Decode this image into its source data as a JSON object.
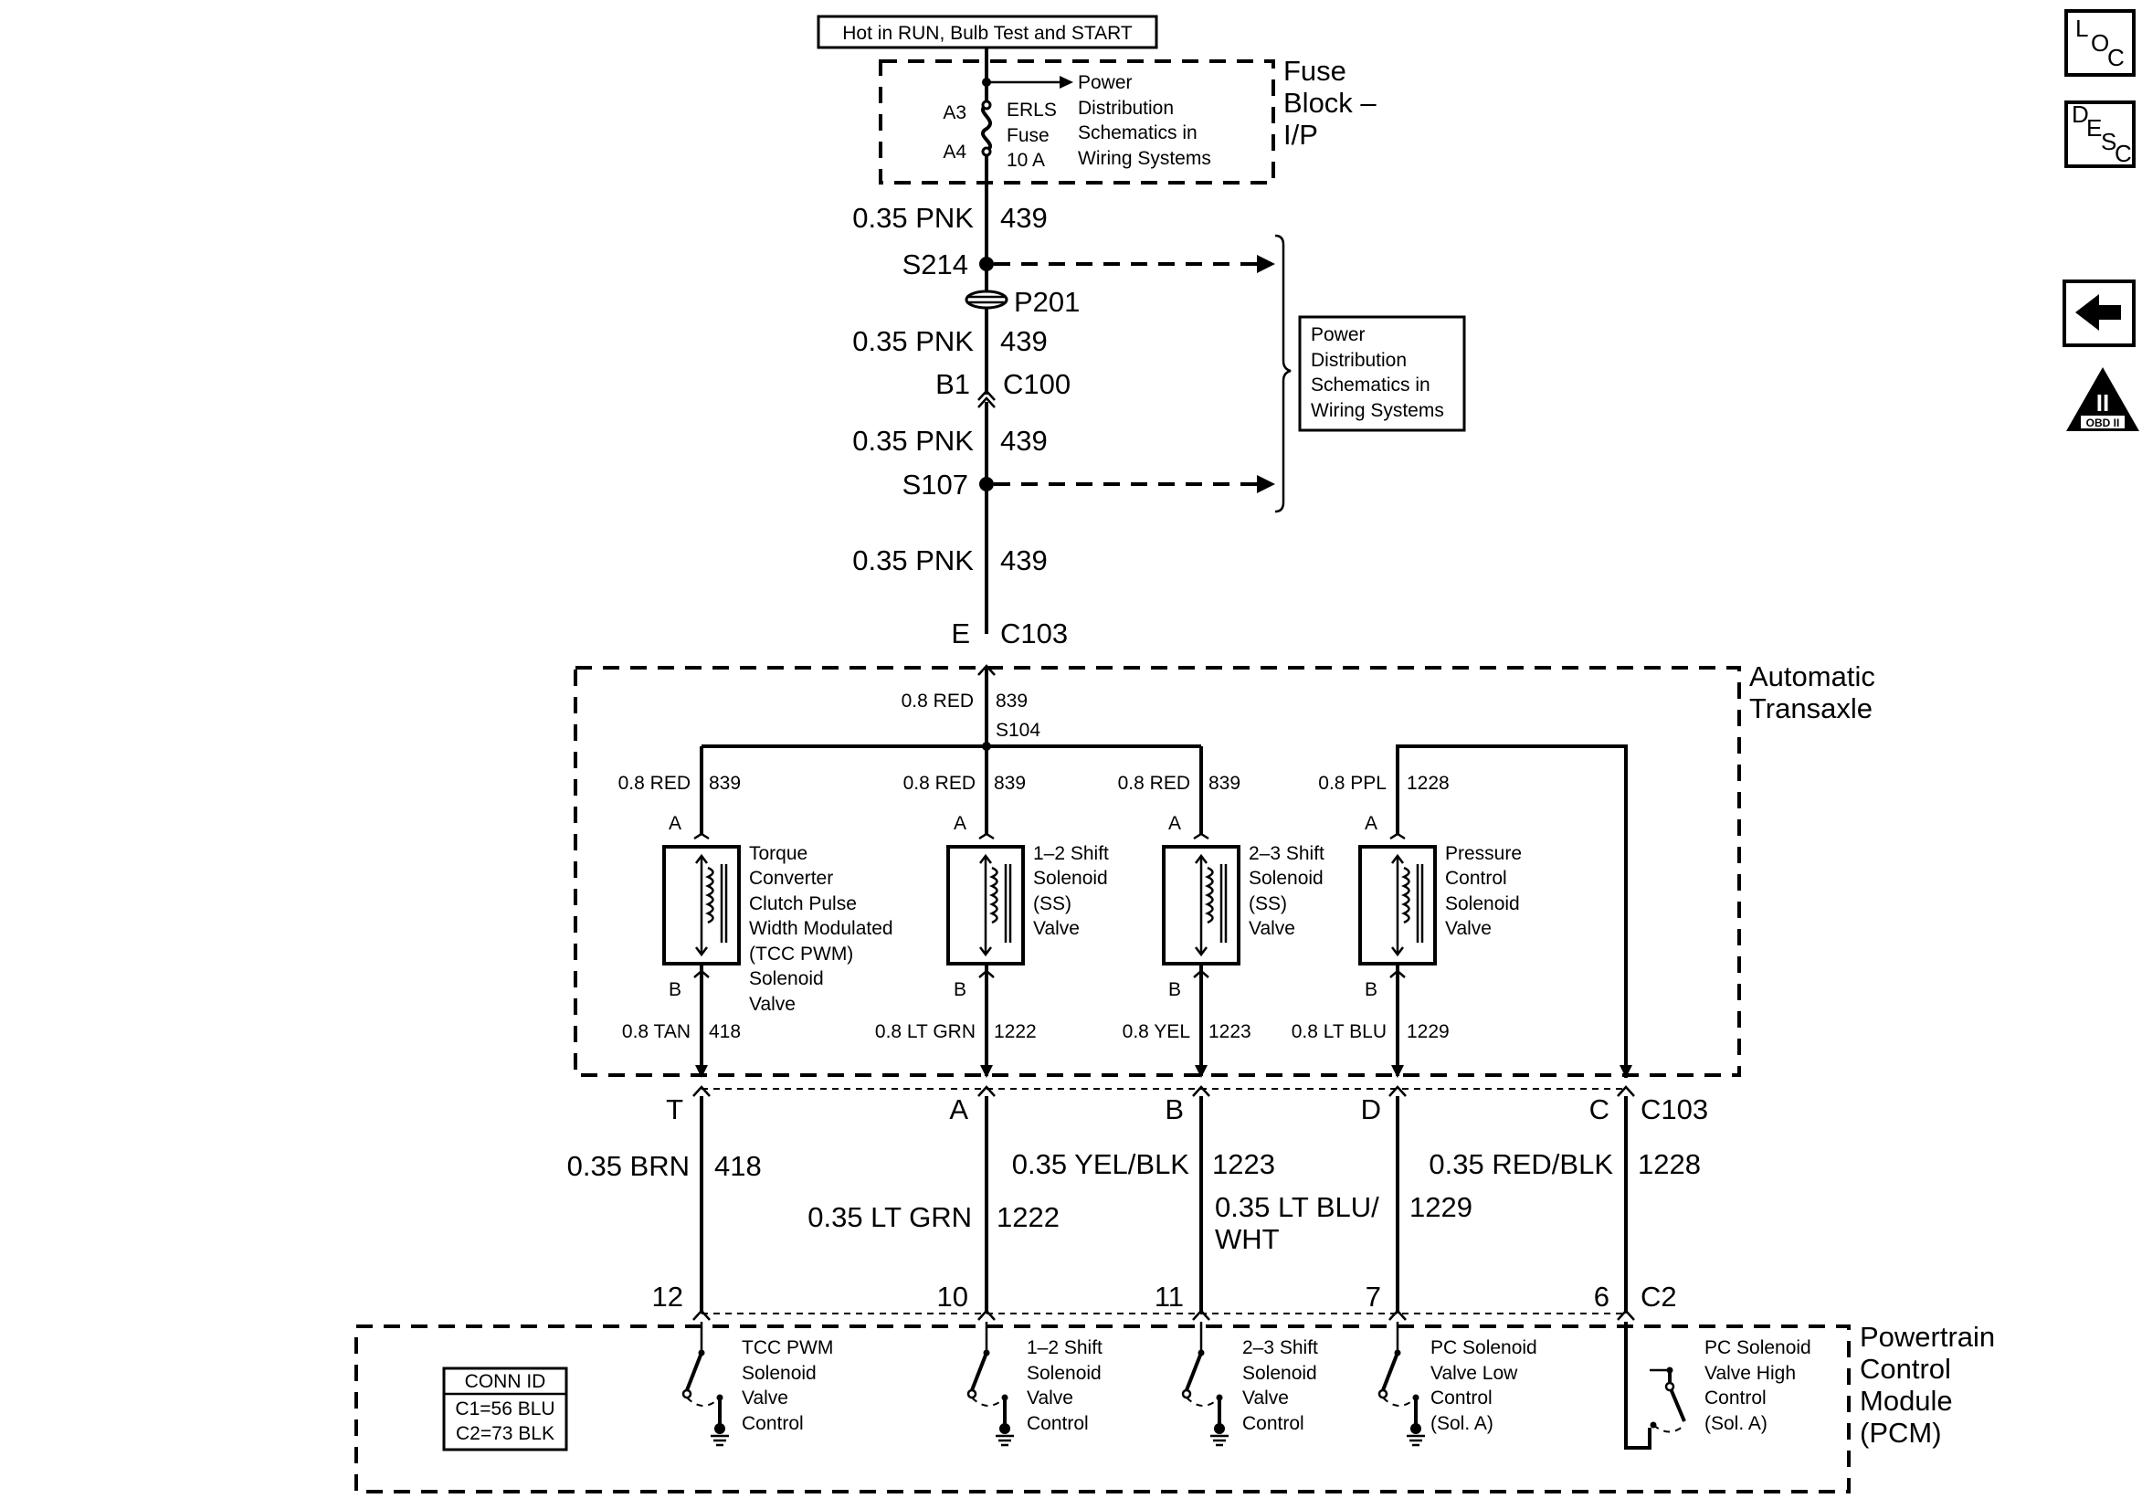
{
  "header": {
    "power_label": "Hot in RUN, Bulb Test and START"
  },
  "fuse_block": {
    "title_lines": [
      "Fuse",
      "Block –",
      "I/P"
    ],
    "terminal_top": "A3",
    "terminal_bottom": "A4",
    "fuse_lines": [
      "ERLS",
      "Fuse",
      "10 A"
    ],
    "ref_lines": [
      "Power",
      "Distribution",
      "Schematics in",
      "Wiring Systems"
    ]
  },
  "upper_harness": {
    "wire_1": {
      "gauge_color": "0.35 PNK",
      "circuit": "439"
    },
    "splice_1": "S214",
    "pass_through": "P201",
    "wire_2": {
      "gauge_color": "0.35 PNK",
      "circuit": "439"
    },
    "connector_1": {
      "pin": "B1",
      "name": "C100"
    },
    "wire_3": {
      "gauge_color": "0.35 PNK",
      "circuit": "439"
    },
    "splice_2": "S107",
    "wire_4": {
      "gauge_color": "0.35 PNK",
      "circuit": "439"
    },
    "connector_2": {
      "pin": "E",
      "name": "C103"
    },
    "ref_box_lines": [
      "Power",
      "Distribution",
      "Schematics in",
      "Wiring Systems"
    ]
  },
  "transaxle": {
    "title_lines": [
      "Automatic",
      "Transaxle"
    ],
    "feed": {
      "gauge_color": "0.8 RED",
      "circuit": "839",
      "splice": "S104"
    },
    "solenoids": [
      {
        "in_gauge": "0.8 RED",
        "in_circuit": "839",
        "pin_a": "A",
        "pin_b": "B",
        "name_lines": [
          "Torque",
          "Converter",
          "Clutch Pulse",
          "Width Modulated",
          "(TCC PWM)",
          "Solenoid",
          "Valve"
        ],
        "out_gauge": "0.8 TAN",
        "out_circuit": "418"
      },
      {
        "in_gauge": "0.8 RED",
        "in_circuit": "839",
        "pin_a": "A",
        "pin_b": "B",
        "name_lines": [
          "1–2 Shift",
          "Solenoid",
          "(SS)",
          "Valve"
        ],
        "out_gauge": "0.8 LT GRN",
        "out_circuit": "1222"
      },
      {
        "in_gauge": "0.8 RED",
        "in_circuit": "839",
        "pin_a": "A",
        "pin_b": "B",
        "name_lines": [
          "2–3 Shift",
          "Solenoid",
          "(SS)",
          "Valve"
        ],
        "out_gauge": "0.8 YEL",
        "out_circuit": "1223"
      },
      {
        "in_gauge": "0.8 PPL",
        "in_circuit": "1228",
        "pin_a": "A",
        "pin_b": "B",
        "name_lines": [
          "Pressure",
          "Control",
          "Solenoid",
          "Valve"
        ],
        "out_gauge": "0.8 LT BLU",
        "out_circuit": "1229"
      }
    ]
  },
  "c103": {
    "name": "C103",
    "pins": [
      "T",
      "A",
      "B",
      "D",
      "C"
    ]
  },
  "lower_wires": [
    {
      "gauge_color": "0.35 BRN",
      "circuit": "418",
      "pcm_pin": "12"
    },
    {
      "gauge_color": "0.35 LT GRN",
      "circuit": "1222",
      "pcm_pin": "10"
    },
    {
      "gauge_color": "0.35 YEL/BLK",
      "circuit": "1223",
      "pcm_pin": "11"
    },
    {
      "gauge_color_lines": [
        "0.35 LT BLU/",
        "WHT"
      ],
      "circuit": "1229",
      "pcm_pin": "7"
    },
    {
      "gauge_color": "0.35 RED/BLK",
      "circuit": "1228",
      "pcm_pin": "6"
    }
  ],
  "pcm": {
    "connector": "C2",
    "title_lines": [
      "Powertrain",
      "Control",
      "Module",
      "(PCM)"
    ],
    "conn_id": {
      "title": "CONN ID",
      "rows": [
        "C1=56 BLU",
        "C2=73 BLK"
      ]
    },
    "drivers": [
      {
        "label_lines": [
          "TCC PWM",
          "Solenoid",
          "Valve",
          "Control"
        ]
      },
      {
        "label_lines": [
          "1–2 Shift",
          "Solenoid",
          "Valve",
          "Control"
        ]
      },
      {
        "label_lines": [
          "2–3 Shift",
          "Solenoid",
          "Valve",
          "Control"
        ]
      },
      {
        "label_lines": [
          "PC Solenoid",
          "Valve Low",
          "Control",
          "(Sol. A)"
        ]
      },
      {
        "label_lines": [
          "PC Solenoid",
          "Valve High",
          "Control",
          "(Sol. A)"
        ]
      }
    ]
  },
  "nav": {
    "loc": [
      "L",
      "O",
      "C"
    ],
    "desc": [
      "D",
      "E",
      "S",
      "C"
    ],
    "obd_numeral": "II",
    "obd_label": "OBD II"
  }
}
